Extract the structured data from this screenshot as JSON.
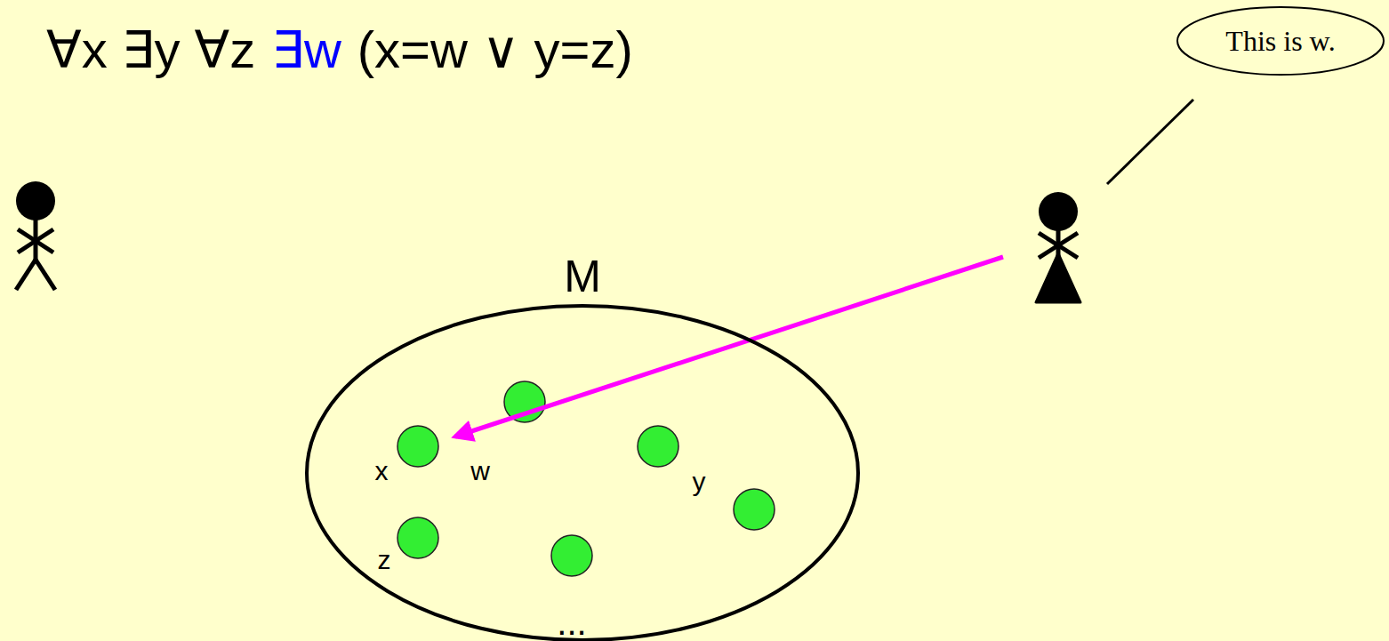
{
  "diagram": {
    "nodes": [
      {
        "text": [
          "This is w."
        ]
      },
      {
        "text": [
          "M"
        ]
      }
    ],
    "labels": [
      "∀x ∃y ∀z",
      "∃w",
      "(x=w ∨ y=z)",
      "x",
      "w",
      "y",
      "z",
      "..."
    ]
  }
}
